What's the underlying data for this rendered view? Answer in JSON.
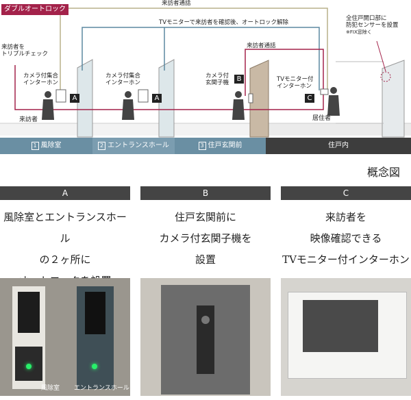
{
  "diagram": {
    "badge": "ダブルオートロック",
    "line_top_label": "来訪者通話",
    "line_tv_label": "TVモニターで来訪者を確認後、オートロック解除",
    "left_note": [
      "来訪者を",
      "トリプルチェック"
    ],
    "intercom_a1": [
      "カメラ付集合",
      "インターホン"
    ],
    "intercom_a2": [
      "カメラ付集合",
      "インターホン"
    ],
    "camera_b": [
      "カメラ付",
      "玄関子機"
    ],
    "visitor_call_label": "来訪者通話",
    "tv_monitor_c": [
      "TVモニター付",
      "インターホン"
    ],
    "sensor_label": [
      "全住戸開口部に",
      "防犯センサーを設置"
    ],
    "sensor_note": "※FIX窓除く",
    "visitor_label": "来訪者",
    "resident_label": "居住者",
    "letters": {
      "a": "A",
      "b": "B",
      "c": "C"
    },
    "zones": [
      {
        "num": "1",
        "label": "風除室"
      },
      {
        "num": "2",
        "label": "エントランスホール"
      },
      {
        "num": "3",
        "label": "住戸玄関前"
      },
      {
        "num": "",
        "label": "住戸内"
      }
    ],
    "caption": "概念図",
    "colors": {
      "visitor_line": "#a3224a",
      "tv_line": "#5b88a0",
      "call_line": "#b8b18a",
      "zone_blue": "#6a8fa3",
      "zone_dark": "#3d3d3d"
    }
  },
  "panels": [
    {
      "letter": "A",
      "lines": [
        "風除室とエントランスホール",
        "の２ヶ所に",
        "オートロックを設置"
      ],
      "photo_labels": [
        "風除室",
        "エントランスホール"
      ]
    },
    {
      "letter": "B",
      "lines": [
        "住戸玄関前に",
        "カメラ付玄関子機を",
        "設置"
      ]
    },
    {
      "letter": "C",
      "lines": [
        "来訪者を",
        "映像確認できる",
        "TVモニター付インターホン"
      ]
    }
  ]
}
